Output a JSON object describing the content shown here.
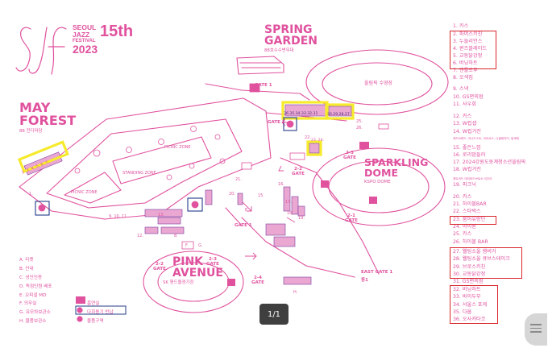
{
  "logo": {
    "mark": "SJF",
    "line1": "SEOUL",
    "line2": "JAZZ",
    "line3": "FESTIVAL",
    "year": "2023",
    "edition": "15th"
  },
  "zones": {
    "spring": {
      "title1": "SPRING",
      "title2": "GARDEN",
      "sub": "88호수수변무대"
    },
    "may": {
      "title1": "MAY",
      "title2": "FOREST",
      "sub": "88 잔디마당"
    },
    "sparkling": {
      "title1": "SPARKLING",
      "title2": "DOME",
      "sub": "KSPO DOME"
    },
    "pink": {
      "title1": "PINK",
      "title2": "AVENUE",
      "sub": "SK 핸드볼경기장"
    },
    "pool": "올림픽 수영장",
    "picnic1": "PICNIC ZONE",
    "picnic2": "PICNIC ZONE",
    "standing": "STANDING ZONE"
  },
  "gates": {
    "g1top": "GATE 1",
    "g1mid": "GATE 1",
    "g2": "GATE 2",
    "g23a": "2-3\nGATE",
    "g22a": "2-2\nGATE",
    "g21": "2-1\nGATE",
    "g22b": "2-2\nGATE",
    "g23b": "2-3\nGATE",
    "g24": "2-4\nGATE",
    "east": "EAST GATE 1",
    "eastnum": "동1"
  },
  "labels": {
    "n1": "1.",
    "n4": "4.",
    "n8": "8.",
    "n91011": "9. 10. 11.",
    "n12": "12.",
    "n13": "13.",
    "n14": "14.",
    "n15": "15.",
    "n16": "16.",
    "n17": "17.",
    "n18": "18.",
    "n19": "19.",
    "n20": "20.",
    "n21": "21.",
    "n22": "22.",
    "n24": "24.",
    "n25": "25.",
    "n26": "26.",
    "nE": "E.",
    "nF": "F.",
    "nG": "G.",
    "nH": "H.",
    "n123456": "2. 3. 4. 5. 6. 7.",
    "ncluster1": "36.35.34.33.32.31",
    "ncluster2": "30.29.28.27",
    "n2324": "23. 24."
  },
  "bottom_legend": [
    {
      "text": "A. 티켓"
    },
    {
      "text": "B. 안내"
    },
    {
      "text": "C. 성인인증"
    },
    {
      "text": "D. 독점인원 배포"
    },
    {
      "text": "E. 오피셜 MD"
    },
    {
      "text": "F. 의무실"
    },
    {
      "text": "G. 유모차보관소"
    },
    {
      "text": "H. 물품보관소"
    }
  ],
  "bottom_legend2": [
    {
      "text": "흡연실"
    },
    {
      "text": "다회용기 반납"
    },
    {
      "text": "물품구역"
    }
  ],
  "right_legend": [
    "1.  카스",
    "2.  파머스키친",
    "3.  누들리언스",
    "4.  퀸즈블레이드",
    "5.  교동닭강정",
    "6.  버닝하트",
    "7.  앤틀로푸",
    "8.  오색집",
    "9.  스낵",
    "10.  GS편의점",
    "11.  사우회",
    "12.  카스",
    "13.  W컵셉",
    "14.  W컵거진",
    "15.  좋은느낌",
    "16.  로리맘들러",
    "17.  2024강원도동계청소년올림픽",
    "18.  W컵거진",
    "19.  피크닉",
    "20.  카스",
    "21.  하이볼BAR",
    "22.  스타벅스",
    "23.  붐어유랑단",
    "24.  아이원",
    "25.  카스",
    "26.  하이볼 BAR",
    "27.  웰팅소울 햄버거",
    "28.  웰팅소울 큐브스테이크",
    "29.  브로스키친",
    "30.  교동닭강정",
    "31.  GS편의점",
    "32.  버닝하트",
    "33.  바이두부",
    "34.  서울스 포케",
    "35.  다웁",
    "36.  오사카타코"
  ],
  "right_legend_sub": {
    "s14": "재키브랜드, 어나드스트, 이어샤스, 니클레리티, 일세레",
    "s18": "엔트리드 데이비드브로소 이주리"
  },
  "pager": "1/1"
}
